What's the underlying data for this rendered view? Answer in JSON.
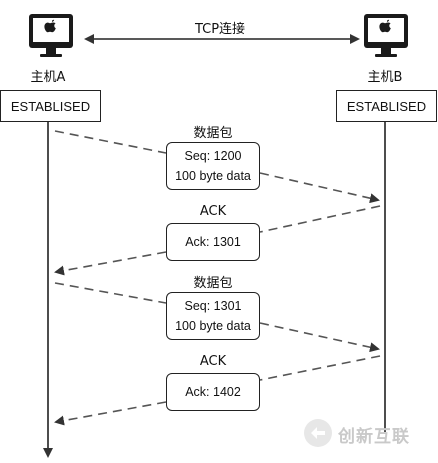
{
  "connection_label": "TCP连接",
  "hosts": {
    "a": {
      "label": "主机A",
      "state": "ESTABLISED"
    },
    "b": {
      "label": "主机B",
      "state": "ESTABLISED"
    }
  },
  "exchanges": [
    {
      "caption": "数据包",
      "lines": [
        "Seq: 1200",
        "100 byte data"
      ],
      "direction": "A-to-B"
    },
    {
      "caption": "ACK",
      "lines": [
        "Ack: 1301"
      ],
      "direction": "B-to-A"
    },
    {
      "caption": "数据包",
      "lines": [
        "Seq: 1301",
        "100 byte data"
      ],
      "direction": "A-to-B"
    },
    {
      "caption": "ACK",
      "lines": [
        "Ack: 1402"
      ],
      "direction": "B-to-A"
    }
  ],
  "watermark": "创新互联",
  "icons": {
    "host_a": "imac-computer-icon",
    "host_b": "imac-computer-icon",
    "watermark": "logo-icon"
  },
  "colors": {
    "line": "#222222",
    "dash": "#555555",
    "watermark": "#c9c9c9"
  }
}
